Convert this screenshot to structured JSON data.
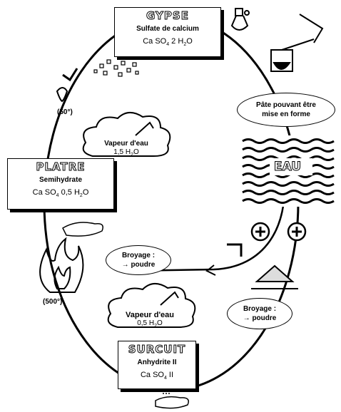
{
  "gypse": {
    "title": "GYPSE",
    "subtitle": "Sulfate de calcium",
    "formula_a": "Ca SO",
    "formula_a_sub": "4",
    "formula_b": " 2 H",
    "formula_b_sub": "2",
    "formula_c": "O"
  },
  "platre": {
    "title": "PLATRE",
    "subtitle": "Semihydrate",
    "formula_a": "Ca SO",
    "formula_a_sub": "4",
    "formula_b": "  0,5 H",
    "formula_b_sub": "2",
    "formula_c": "O"
  },
  "surcuit": {
    "title": "SURCUIT",
    "subtitle": "Anhydrite II",
    "formula_a": "Ca SO",
    "formula_a_sub": "4",
    "formula_b": " II"
  },
  "labels": {
    "temp_50": "(50°)",
    "temp_500": "(500°)",
    "eau": "EAU",
    "pate_line1": "Pâte pouvant être",
    "pate_line2": "mise en forme",
    "broyage_left_line1": "Broyage :",
    "broyage_left_line2": "poudre",
    "broyage_right_line1": "Broyage :",
    "broyage_right_line2": "poudre",
    "plus": "+"
  },
  "clouds": {
    "top_line1": "Vapeur d'eau",
    "top_line2_a": "1,5 H",
    "top_line2_sub": "2",
    "top_line2_b": "O",
    "bottom_line1": "Vapeur d'eau",
    "bottom_line2_a": "0,5  H",
    "bottom_line2_sub": "2",
    "bottom_line2_b": "O"
  }
}
